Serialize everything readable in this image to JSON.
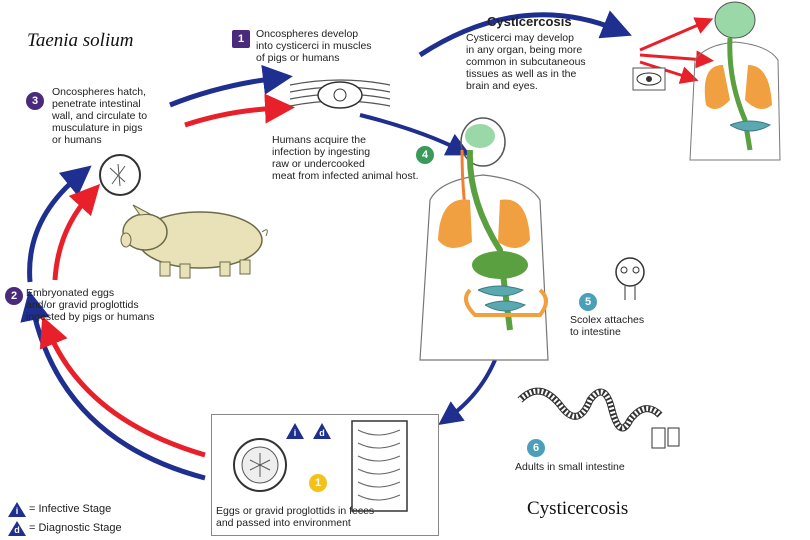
{
  "title": "Taenia solium",
  "caption": "Cysticercosis",
  "colors": {
    "arrow_blue": "#1f2f8f",
    "arrow_red": "#e8202a",
    "stage_purple": "#4a2a7a",
    "stage_green": "#3a9a5a",
    "stage_teal": "#4aa0b8",
    "stage_gold": "#f2c21a",
    "lung_orange": "#f0a040",
    "gut_green": "#5aa040",
    "intestine_teal": "#5aa8b0",
    "brain_green": "#9ad8a8"
  },
  "stages": {
    "s1": {
      "badge": "1",
      "text": "Oncospheres develop\ninto cysticerci in muscles\nof pigs or humans"
    },
    "s2": {
      "badge": "2",
      "text": "Embryonated eggs\nand/or gravid proglottids\ningested by pigs or humans"
    },
    "s3": {
      "badge": "3",
      "text": "Oncospheres hatch,\npenetrate intestinal\nwall, and circulate to\nmusculature in pigs\nor humans"
    },
    "s4": {
      "badge": "4",
      "text": "Humans acquire the\ninfection by ingesting\nraw or undercooked\nmeat from infected animal host."
    },
    "s5": {
      "badge": "5",
      "text": "Scolex attaches\nto intestine"
    },
    "s6": {
      "badge": "6",
      "text": "Adults in small intestine"
    },
    "s_eggs": {
      "badge": "1",
      "text": "Eggs or gravid proglottids in feces\nand passed into environment"
    }
  },
  "cysticercosis": {
    "heading": "Cysticercosis",
    "text": "Cysticerci may develop\nin any organ, being more\ncommon in subcutaneous\ntissues as well as in the\nbrain and eyes."
  },
  "panel_badges": {
    "infective": "i",
    "diagnostic": "d"
  },
  "legend": {
    "infective": {
      "symbol": "i",
      "label": "= Infective Stage"
    },
    "diagnostic": {
      "symbol": "d",
      "label": "= Diagnostic Stage"
    }
  }
}
